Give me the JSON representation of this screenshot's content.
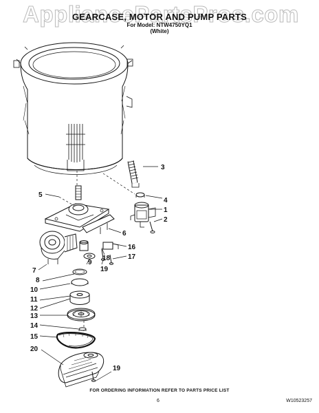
{
  "title": "GEARCASE, MOTOR AND PUMP PARTS",
  "model_line": "For Model: NTW4750YQ1",
  "color_line": "(White)",
  "watermark": "AppliancePartsPros.com",
  "callouts": [
    "1",
    "2",
    "3",
    "4",
    "5",
    "6",
    "7",
    "8",
    "9",
    "10",
    "11",
    "12",
    "13",
    "14",
    "15",
    "16",
    "17",
    "18",
    "19",
    "19",
    "20"
  ],
  "footer": {
    "instruction": "FOR ORDERING INFORMATION REFER TO PARTS PRICE LIST",
    "page_number": "6",
    "document_number": "W10523257"
  },
  "colors": {
    "line": "#111111",
    "watermark_stroke": "#b9b9b9"
  }
}
